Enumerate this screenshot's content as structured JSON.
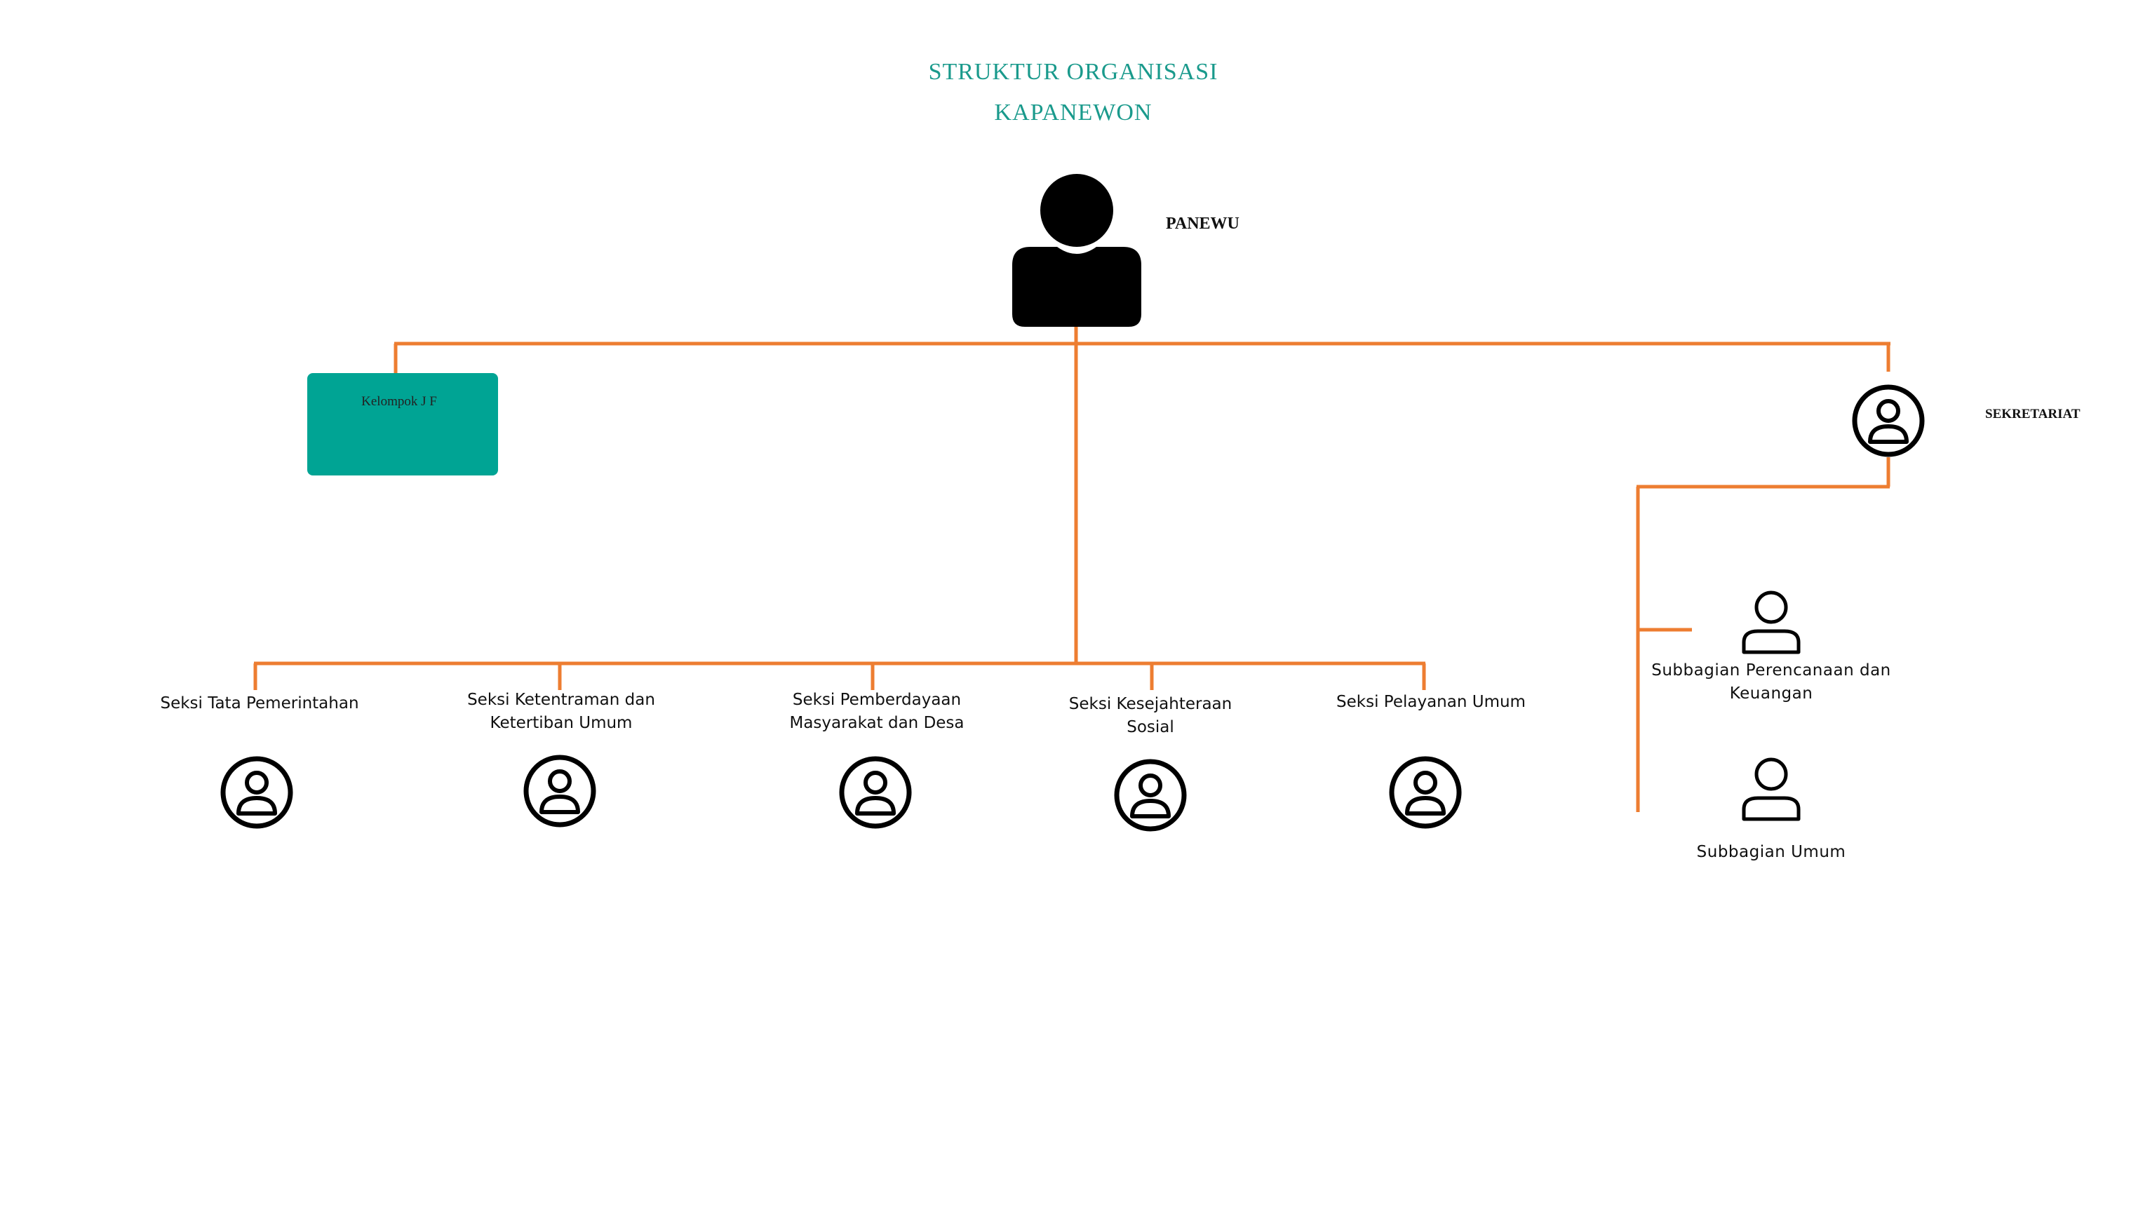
{
  "title": {
    "line1": "STRUKTUR ORGANISASI",
    "line2": "KAPANEWON"
  },
  "head": {
    "label": "PANEWU",
    "icon": "person-silhouette-icon"
  },
  "functional_group": {
    "label": "Kelompok J F",
    "color": "#00a494"
  },
  "secretariat": {
    "label": "SEKRETARIAT",
    "icon": "person-circle-icon",
    "subdivisions": [
      {
        "label": "Subbagian Perencanaan dan Keuangan",
        "icon": "person-outline-icon"
      },
      {
        "label": "Subbagian Umum",
        "icon": "person-outline-icon"
      }
    ]
  },
  "sections": [
    {
      "label": "Seksi Tata Pemerintahan",
      "icon": "person-circle-icon"
    },
    {
      "label": "Seksi Ketentraman dan Ketertiban Umum",
      "icon": "person-circle-icon"
    },
    {
      "label": "Seksi Pemberdayaan Masyarakat dan Desa",
      "icon": "person-circle-icon"
    },
    {
      "label": "Seksi Kesejahteraan Sosial",
      "icon": "person-circle-icon"
    },
    {
      "label": "Seksi Pelayanan Umum",
      "icon": "person-circle-icon"
    }
  ],
  "colors": {
    "connector": "#ed7d31",
    "title": "#1a9a8c",
    "box": "#00a494"
  }
}
